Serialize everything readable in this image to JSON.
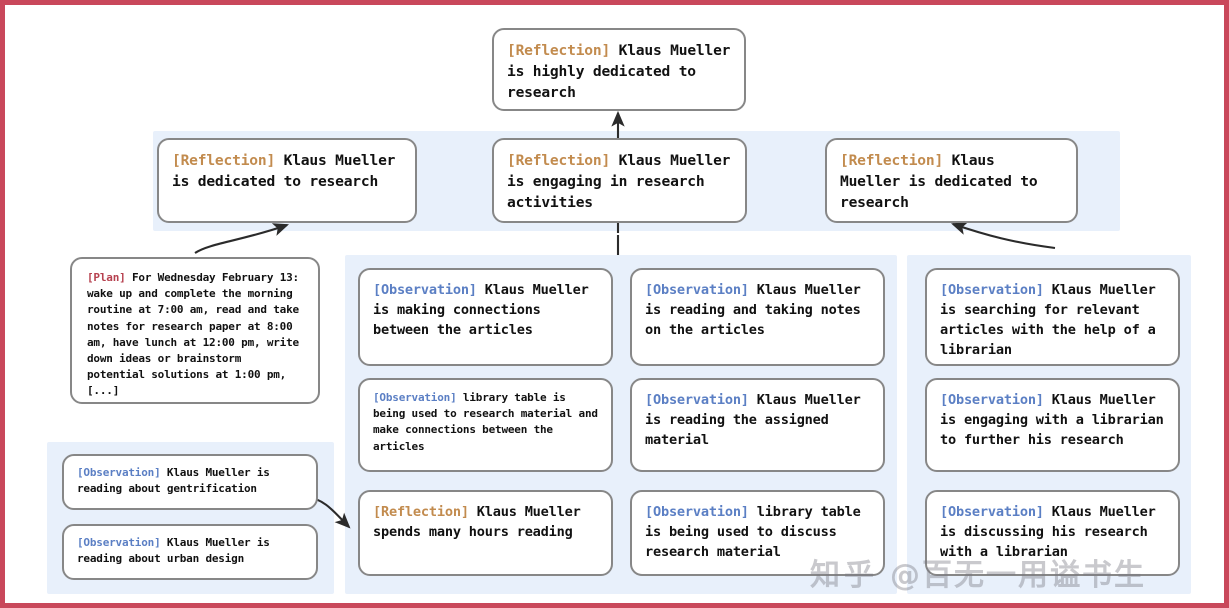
{
  "figure": {
    "title": "Memory stream reflection tree",
    "accent_border": "#c9485b",
    "panel_fill": "#e8f0fb",
    "box_border": "#878787",
    "tag_colors": {
      "reflection": "#c28b4e",
      "observation": "#5b7fc4",
      "plan": "#b6414f"
    }
  },
  "watermark": {
    "logo": "知乎",
    "handle": "@百无一用谥书生"
  },
  "nodes": {
    "root": {
      "tag": "[Reflection]",
      "text": " Klaus Mueller is highly dedicated to research"
    },
    "mid_left": {
      "tag": "[Reflection]",
      "text": " Klaus Mueller is dedicated to research"
    },
    "mid_center": {
      "tag": "[Reflection]",
      "text": " Klaus Mueller is engaging in research activities"
    },
    "mid_right": {
      "tag": "[Reflection]",
      "text": " Klaus Mueller is dedicated to research"
    },
    "plan": {
      "tag": "[Plan]",
      "text": " For Wednesday February 13: wake up and complete the morning routine at 7:00 am, read and take notes for research paper at 8:00 am, have lunch at 12:00 pm, write down ideas or brainstorm potential solutions at 1:00 pm, [...]"
    },
    "left_obs_1": {
      "tag": "[Observation]",
      "text": " Klaus Mueller is reading about gentrification"
    },
    "left_obs_2": {
      "tag": "[Observation]",
      "text": " Klaus Mueller is reading about urban design"
    },
    "col2_1": {
      "tag": "[Observation]",
      "text": " Klaus Mueller is making connections between the articles"
    },
    "col2_2": {
      "tag": "[Observation]",
      "text": " library table is being used to research material and make connections between the articles"
    },
    "col2_3": {
      "tag": "[Reflection]",
      "text": " Klaus Mueller spends many hours reading"
    },
    "col3_1": {
      "tag": "[Observation]",
      "text": " Klaus Mueller is reading and taking notes on the articles"
    },
    "col3_2": {
      "tag": "[Observation]",
      "text": " Klaus Mueller is reading the assigned material"
    },
    "col3_3": {
      "tag": "[Observation]",
      "text": " library table is being used to discuss research material"
    },
    "col4_1": {
      "tag": "[Observation]",
      "text": " Klaus Mueller is searching for relevant articles with the help of a librarian"
    },
    "col4_2": {
      "tag": "[Observation]",
      "text": " Klaus Mueller is engaging with a librarian to further his research"
    },
    "col4_3": {
      "tag": "[Observation]",
      "text": " Klaus Mueller is discussing his research with a librarian"
    }
  }
}
